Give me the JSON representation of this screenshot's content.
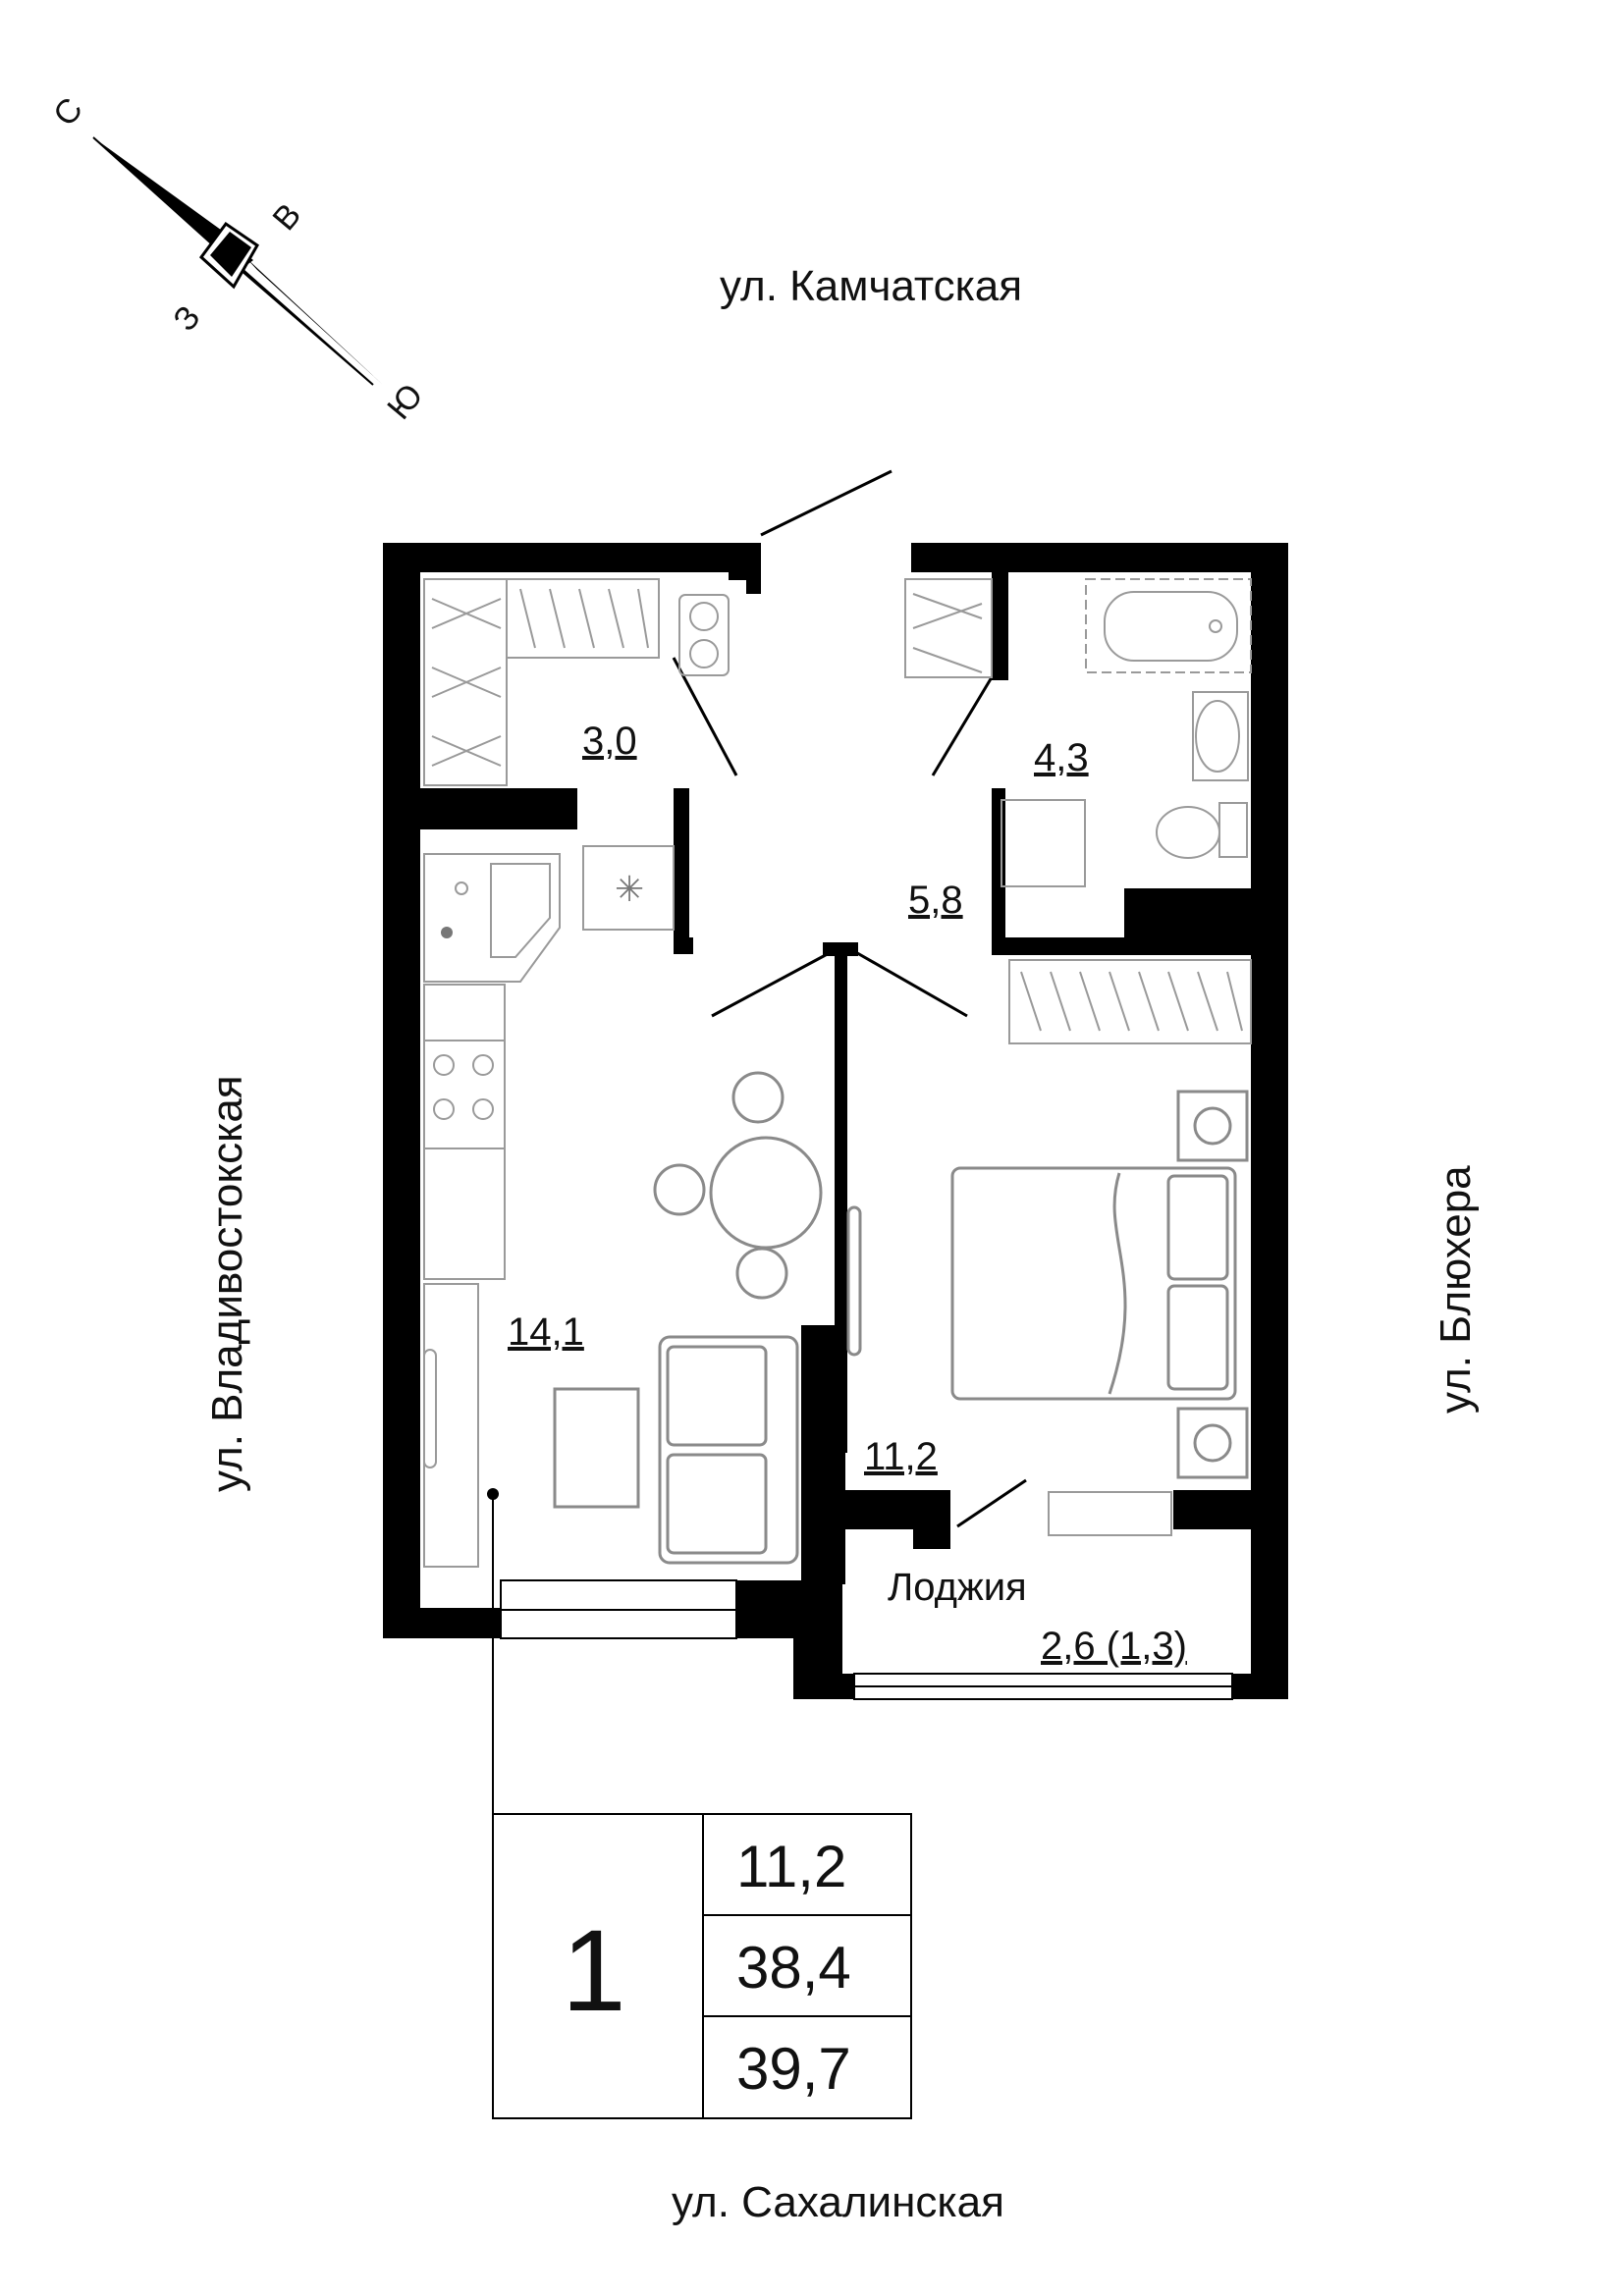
{
  "streets": {
    "north": "ул. Камчатская",
    "west": "ул. Владивостокская",
    "east": "ул. Блюхера",
    "south": "ул. Сахалинская"
  },
  "compass": {
    "north": "С",
    "east": "В",
    "west": "З",
    "south": "Ю"
  },
  "rooms": {
    "storage": "3,0",
    "bathroom": "4,3",
    "hall": "5,8",
    "kitchen_living": "14,1",
    "bedroom": "11,2",
    "loggia_label": "Лоджия",
    "loggia_area": "2,6 (1,3)"
  },
  "summary": {
    "rooms_count": "1",
    "living_area": "11,2",
    "total_area": "38,4",
    "total_with_loggia": "39,7"
  }
}
